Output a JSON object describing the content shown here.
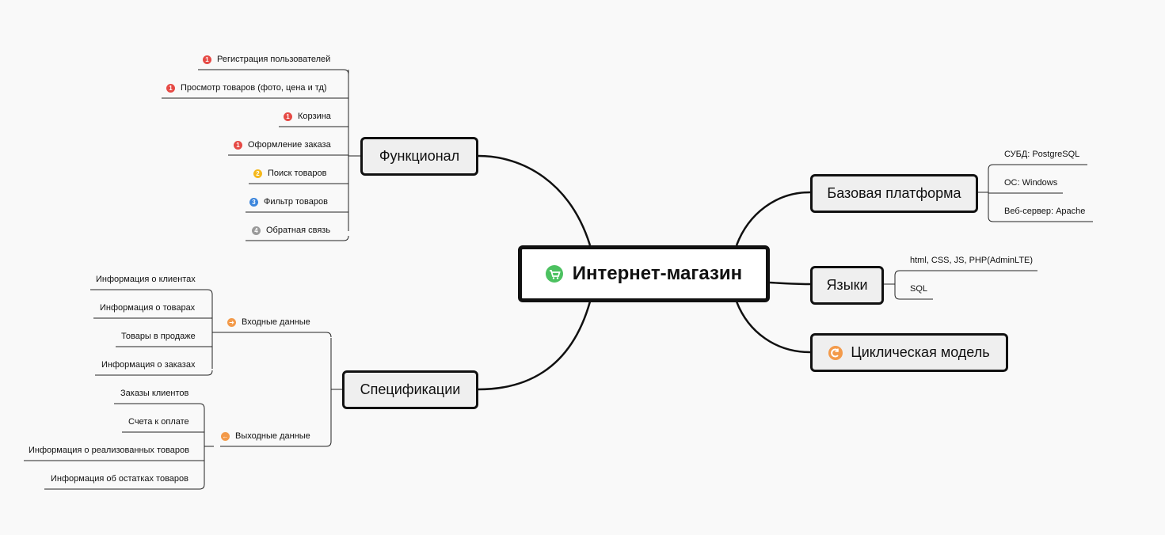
{
  "central": {
    "label": "Интернет-магазин",
    "icon": "cart-icon"
  },
  "functional": {
    "label": "Функционал",
    "items": [
      {
        "label": "Регистрация пользователей",
        "priority": "1"
      },
      {
        "label": "Просмотр товаров (фото, цена и тд)",
        "priority": "1"
      },
      {
        "label": "Корзина",
        "priority": "1"
      },
      {
        "label": "Оформление заказа",
        "priority": "1"
      },
      {
        "label": "Поиск товаров",
        "priority": "2"
      },
      {
        "label": "Фильтр товаров",
        "priority": "3"
      },
      {
        "label": "Обратная связь",
        "priority": "4"
      }
    ]
  },
  "specs": {
    "label": "Спецификации",
    "input": {
      "label": "Входные данные",
      "items": [
        "Информация о клиентах",
        "Информация о товарах",
        "Товары в продаже",
        "Информация о заказах"
      ]
    },
    "output": {
      "label": "Выходные данные",
      "items": [
        "Заказы клиентов",
        "Счета к оплате",
        "Информация о реализованных товаров",
        "Информация об остатках товаров"
      ]
    }
  },
  "platform": {
    "label": "Базовая платформа",
    "items": [
      "СУБД: PostgreSQL",
      "ОС: Windows",
      "Веб-сервер: Apache"
    ]
  },
  "languages": {
    "label": "Языки",
    "items": [
      "html, CSS, JS, PHP(AdminLTE)",
      "SQL"
    ]
  },
  "cyclic": {
    "label": "Циклическая модель",
    "icon": "cycle-icon"
  },
  "colors": {
    "red": "#e64a45",
    "yellow": "#f5b81c",
    "blue": "#3b85dc",
    "gray": "#9a9a9a",
    "orange": "#f39a4a",
    "green": "#4cc160"
  }
}
